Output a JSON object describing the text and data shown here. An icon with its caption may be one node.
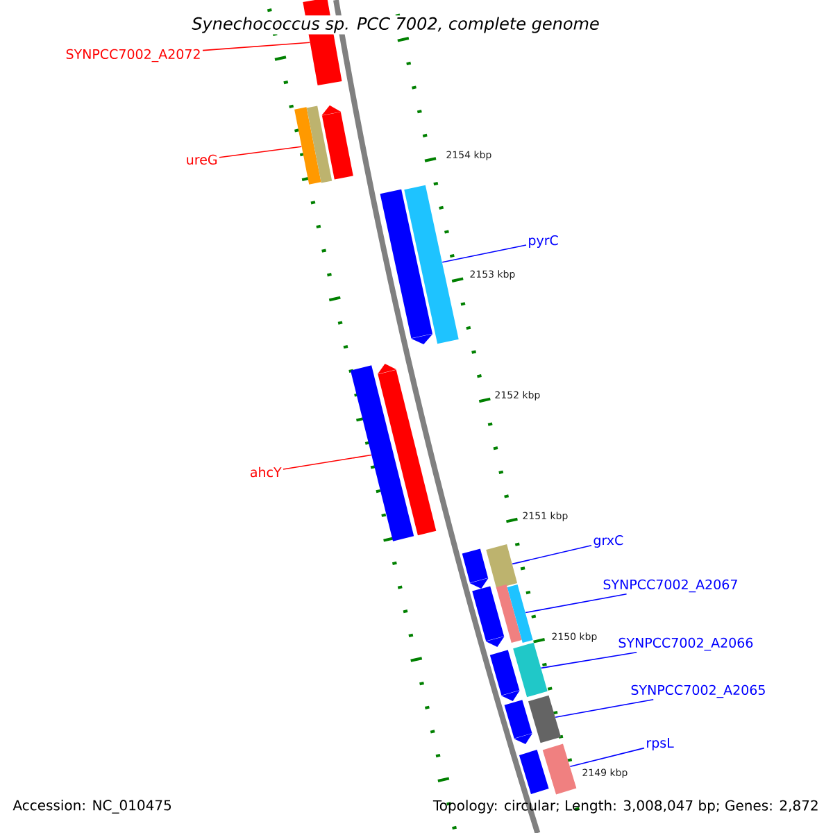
{
  "diagram": {
    "title": "*Synechococcus sp.* PCC 7002, complete genome",
    "nodes": [
      {
        "text": [],
        "shape": "bar"
      },
      {
        "text": [],
        "shape": "bar"
      },
      {
        "text": [],
        "shape": "bar"
      },
      {
        "text": [],
        "shape": "bar"
      },
      {
        "text": [],
        "shape": "bar"
      },
      {
        "text": [],
        "shape": "bar"
      },
      {
        "text": [],
        "shape": "bar"
      },
      {
        "text": [],
        "shape": "bar"
      },
      {
        "text": [],
        "shape": "bar"
      },
      {
        "text": [],
        "shape": "bar"
      },
      {
        "text": [],
        "shape": "bar"
      },
      {
        "text": [],
        "shape": "bar"
      },
      {
        "text": [],
        "shape": "bar"
      },
      {
        "text": [],
        "shape": "bar"
      },
      {
        "text": [],
        "shape": "bar"
      },
      {
        "text": [],
        "shape": "bar"
      },
      {
        "text": [],
        "shape": "bar"
      },
      {
        "text": [],
        "shape": "bar"
      },
      {
        "text": [],
        "shape": "bar"
      },
      {
        "text": [
          "SYNPCC7002_A2072"
        ]
      },
      {
        "text": [
          "ureG"
        ]
      },
      {
        "text": [
          "pyrC"
        ]
      },
      {
        "text": [
          "ahcY"
        ]
      },
      {
        "text": [
          "grxC"
        ]
      },
      {
        "text": [
          "SYNPCC7002_A2067"
        ]
      },
      {
        "text": [
          "SYNPCC7002_A2066"
        ]
      },
      {
        "text": [
          "SYNPCC7002_A2065"
        ]
      },
      {
        "text": [
          "rpsL"
        ]
      }
    ],
    "edges": [
      {
        "from": 19,
        "to": 0,
        "arrow": "none",
        "color": "#ff0000"
      },
      {
        "from": 20,
        "to": 1,
        "arrow": "none",
        "color": "#ff0000"
      },
      {
        "from": 21,
        "to": 5,
        "arrow": "none"
      },
      {
        "from": 22,
        "to": 6,
        "arrow": "none",
        "color": "#ff0000"
      },
      {
        "from": 23,
        "to": 9,
        "arrow": "none"
      },
      {
        "from": 24,
        "to": 12,
        "arrow": "none"
      },
      {
        "from": 25,
        "to": 14,
        "arrow": "none"
      },
      {
        "from": 26,
        "to": 16,
        "arrow": "none"
      },
      {
        "from": 27,
        "to": 18,
        "arrow": "none"
      }
    ],
    "labels": [
      "2154 kbp",
      "2153 kbp",
      "2152 kbp",
      "2151 kbp",
      "2150 kbp",
      "2149 kbp",
      "Accession: NC_010475",
      "Topology: circular; Length: 3,008,047 bp; Genes: 2,872"
    ]
  }
}
